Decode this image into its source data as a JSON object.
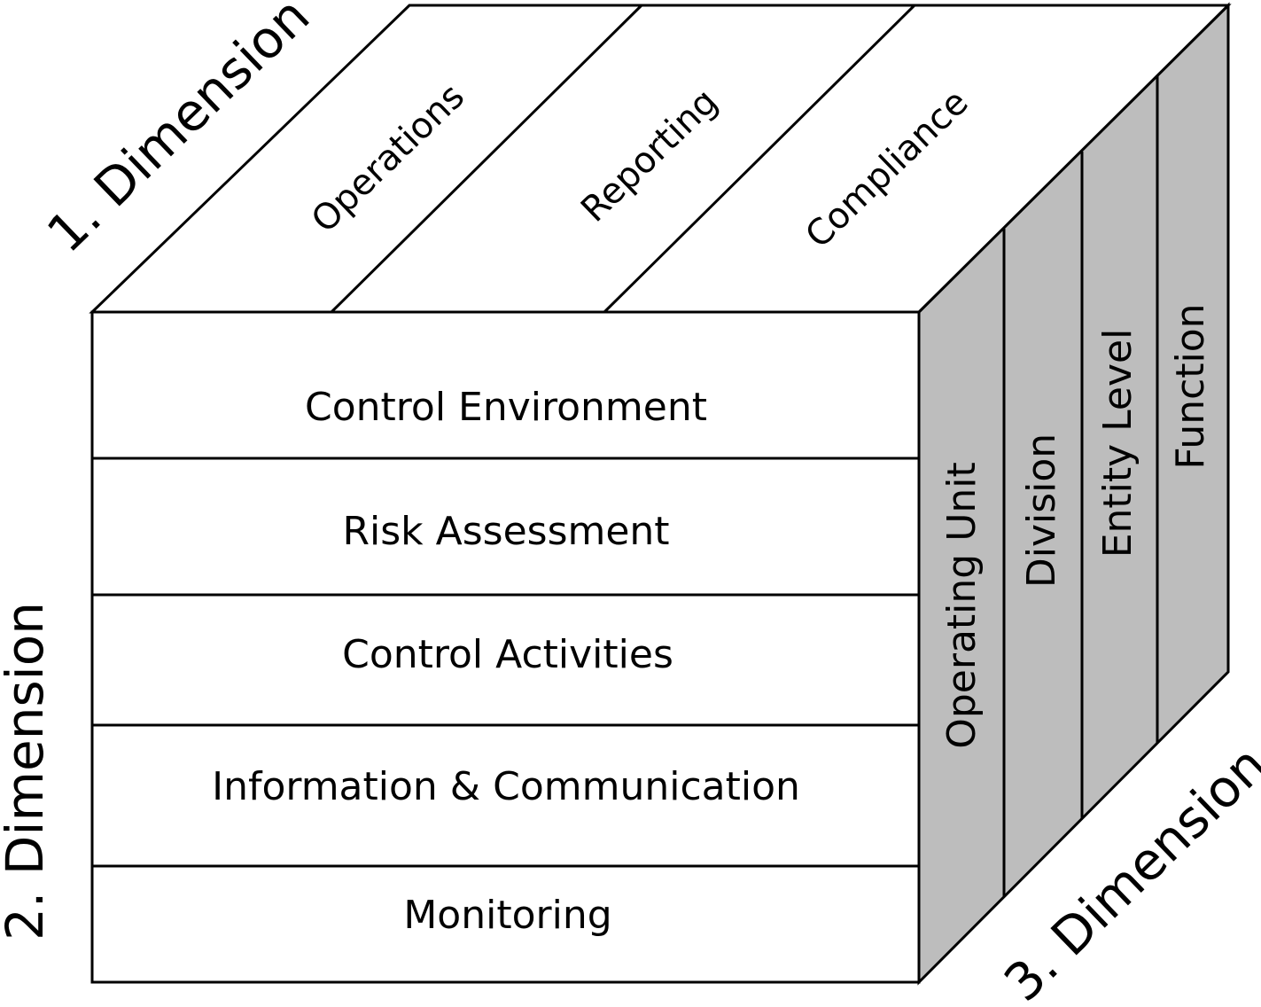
{
  "dimensions": {
    "first": "1. Dimension",
    "second": "2. Dimension",
    "third": "3. Dimension"
  },
  "top_face": {
    "items": [
      "Operations",
      "Reporting",
      "Compliance"
    ]
  },
  "front_face": {
    "items": [
      "Control Environment",
      "Risk Assessment",
      "Control Activities",
      "Information & Communication",
      "Monitoring"
    ]
  },
  "side_face": {
    "items": [
      "Operating Unit",
      "Division",
      "Entity Level",
      "Function"
    ]
  },
  "colors": {
    "side_fill": "#bdbdbd",
    "face_fill": "#ffffff",
    "line": "#000000"
  }
}
